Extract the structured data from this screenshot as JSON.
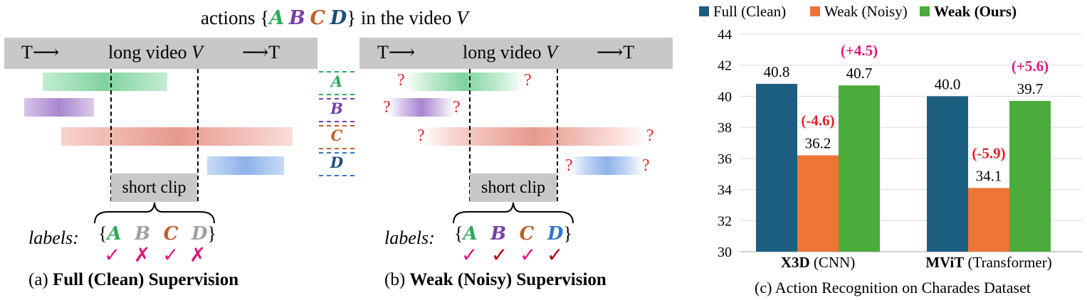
{
  "title": {
    "prefix": "actions {",
    "a": "A",
    "b": "B",
    "c": "C",
    "d": "D",
    "suffix": "} in the video",
    "v": "V"
  },
  "colors": {
    "A": "#2eaa5a",
    "B": "#7a3fa8",
    "C": "#c0612a",
    "D": "#1c4f78",
    "pink": "#e0157f",
    "red": "#e8202a",
    "darkred": "#b00010",
    "gray": "#a0a0a0"
  },
  "panel_a": {
    "header_left": "T⟶",
    "header_mid": "long video",
    "header_v": "V",
    "header_right": "⟶T",
    "clip_label": "short clip",
    "labels_word": "labels:",
    "labels": [
      "A",
      "B",
      "C",
      "D"
    ],
    "marks": [
      "✓",
      "✗",
      "✓",
      "✗"
    ],
    "caption_prefix": "(a) ",
    "caption_bold": "Full (Clean) Supervision"
  },
  "legend_letters": [
    "A",
    "B",
    "C",
    "D"
  ],
  "panel_b": {
    "header_left": "T⟶",
    "header_mid": "long video",
    "header_v": "V",
    "header_right": "⟶T",
    "clip_label": "short clip",
    "labels_word": "labels:",
    "labels": [
      "A",
      "B",
      "C",
      "D"
    ],
    "marks": [
      "✓",
      "✓",
      "✓",
      "✓"
    ],
    "question": "?",
    "caption_prefix": "(b) ",
    "caption_bold": "Weak (Noisy) Supervision"
  },
  "chart_data": {
    "type": "bar",
    "title": "(c) Action Recognition on Charades Dataset",
    "categories": [
      {
        "bold": "X3D",
        "rest": " (CNN)"
      },
      {
        "bold": "MViT",
        "rest": " (Transformer)"
      }
    ],
    "series": [
      {
        "name": "Full (Clean)",
        "color": "#1c5e80",
        "values": [
          40.8,
          40.0
        ]
      },
      {
        "name": "Weak (Noisy)",
        "color": "#ed7536",
        "values": [
          36.2,
          34.1
        ]
      },
      {
        "name": "Weak (Ours)",
        "color": "#4aac3a",
        "bold": true,
        "values": [
          40.7,
          39.7
        ]
      }
    ],
    "value_labels": [
      [
        "40.8",
        "36.2",
        "40.7"
      ],
      [
        "40.0",
        "34.1",
        "39.7"
      ]
    ],
    "deltas": [
      {
        "text": "(-4.6)",
        "color": "#e8202a",
        "category": 0,
        "series": 1
      },
      {
        "text": "(+4.5)",
        "color": "#e0157f",
        "category": 0,
        "series": 2
      },
      {
        "text": "(-5.9)",
        "color": "#e8202a",
        "category": 1,
        "series": 1
      },
      {
        "text": "(+5.6)",
        "color": "#e0157f",
        "category": 1,
        "series": 2
      }
    ],
    "yticks": [
      30,
      32,
      34,
      36,
      38,
      40,
      42,
      44
    ],
    "ylim": [
      30,
      44
    ],
    "grid": true,
    "legend": "top"
  }
}
